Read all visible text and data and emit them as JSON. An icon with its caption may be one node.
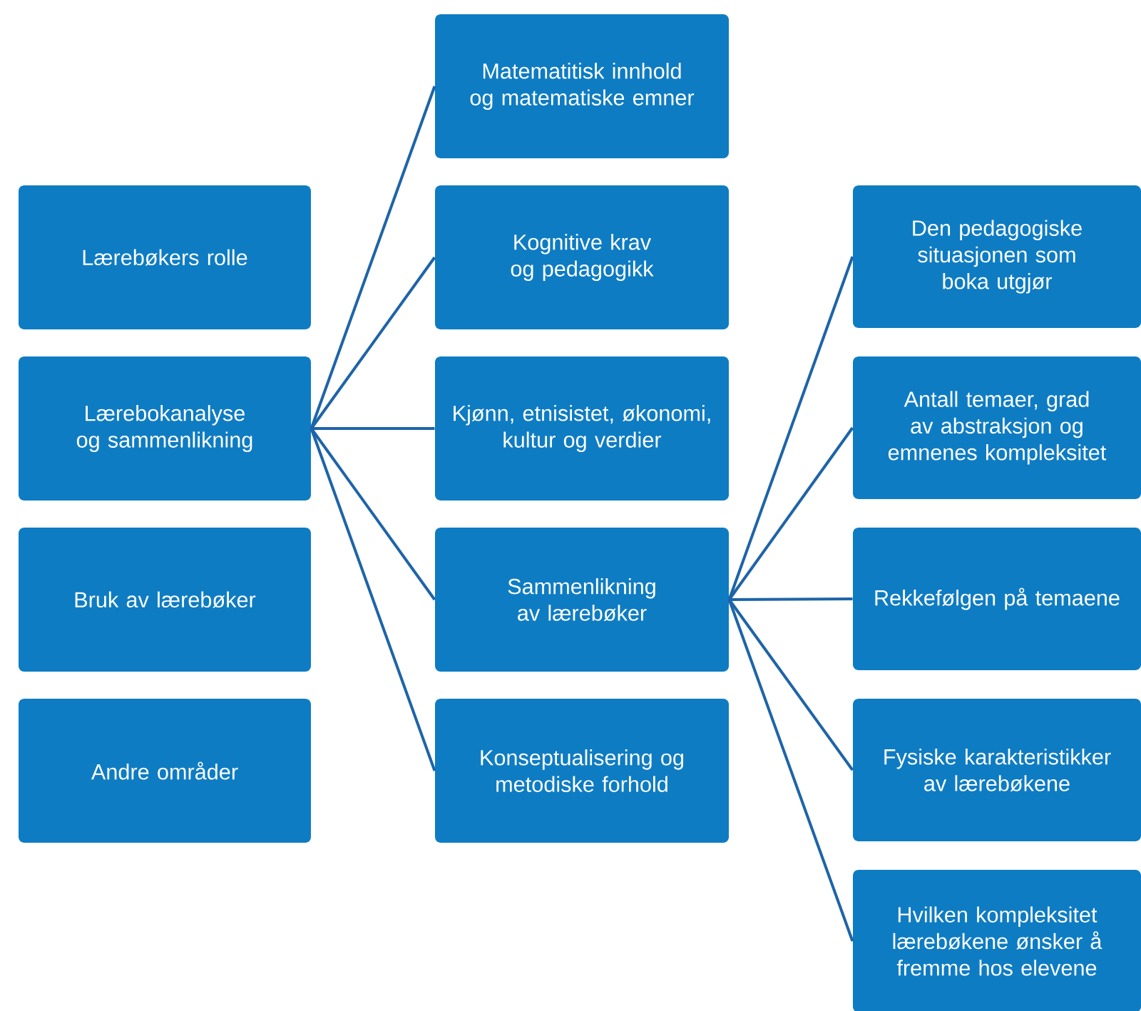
{
  "diagram": {
    "nodes": [
      {
        "text": [
          "Lærebøkers rolle"
        ]
      },
      {
        "text": [
          "Lærebokanalyse og sammenlikning"
        ]
      },
      {
        "text": [
          "Bruk av lærebøker"
        ]
      },
      {
        "text": [
          "Andre områder"
        ]
      },
      {
        "text": [
          "Matematitisk innhold og matematiske emner"
        ]
      },
      {
        "text": [
          "Kognitive krav og pedagogikk"
        ]
      },
      {
        "text": [
          "Kjønn, etnisistet, økonomi, kultur og verdier"
        ]
      },
      {
        "text": [
          "Sammenlikning av lærebøker"
        ]
      },
      {
        "text": [
          "Konseptualisering og metodiske forhold"
        ]
      },
      {
        "text": [
          "Den pedagogiske situasjonen som boka utgjør"
        ]
      },
      {
        "text": [
          "Antall temaer, grad av abstraksjon og emnenes kompleksitet"
        ]
      },
      {
        "text": [
          "Rekkefølgen på temaene"
        ]
      },
      {
        "text": [
          "Fysiske karakteristikker av lærebøkene"
        ]
      },
      {
        "text": [
          "Hvilken kompleksitet lærebøkene ønsker å fremme hos elevene"
        ]
      }
    ],
    "edges": [
      {
        "from": 1,
        "to": 4,
        "arrow": "none"
      },
      {
        "from": 1,
        "to": 5,
        "arrow": "none"
      },
      {
        "from": 1,
        "to": 6,
        "arrow": "none"
      },
      {
        "from": 1,
        "to": 7,
        "arrow": "none"
      },
      {
        "from": 1,
        "to": 8,
        "arrow": "none"
      },
      {
        "from": 7,
        "to": 9,
        "arrow": "none"
      },
      {
        "from": 7,
        "to": 10,
        "arrow": "none"
      },
      {
        "from": 7,
        "to": 11,
        "arrow": "none"
      },
      {
        "from": 7,
        "to": 12,
        "arrow": "none"
      },
      {
        "from": 7,
        "to": 13,
        "arrow": "none"
      }
    ]
  }
}
